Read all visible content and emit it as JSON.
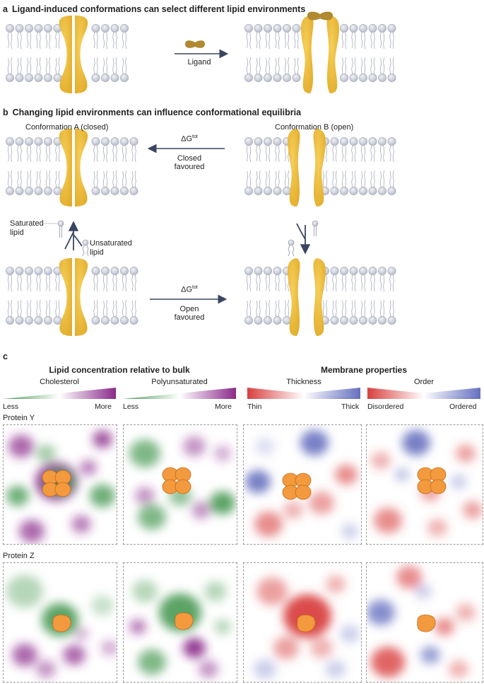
{
  "panel_a": {
    "letter": "a",
    "title": "Ligand-induced conformations can select different lipid environments",
    "arrow_label": "Ligand"
  },
  "panel_b": {
    "letter": "b",
    "title": "Changing lipid environments can influence conformational equilibria",
    "conf_a_label": "Conformation A (closed)",
    "conf_b_label": "Conformation B (open)",
    "delta_g": "ΔG",
    "delta_g_sup": "tot",
    "closed_favoured_1": "Closed",
    "closed_favoured_2": "favoured",
    "open_favoured_1": "Open",
    "open_favoured_2": "favoured",
    "saturated_1": "Saturated",
    "saturated_2": "lipid",
    "unsaturated_1": "Unsaturated",
    "unsaturated_2": "lipid"
  },
  "panel_c": {
    "letter": "c",
    "heading_left": "Lipid concentration relative to bulk",
    "heading_right": "Membrane properties",
    "scales": [
      {
        "title": "Cholesterol",
        "low": "Less",
        "high": "More",
        "low_color": "#4a9a55",
        "high_color": "#8a2a8a"
      },
      {
        "title": "Polyunsaturated",
        "low": "Less",
        "high": "More",
        "low_color": "#4a9a55",
        "high_color": "#8a2a8a"
      },
      {
        "title": "Thickness",
        "low": "Thin",
        "high": "Thick",
        "low_color": "#d94040",
        "high_color": "#5560b8"
      },
      {
        "title": "Order",
        "low": "Disordered",
        "high": "Ordered",
        "low_color": "#d94040",
        "high_color": "#5560b8"
      }
    ],
    "row1_label": "Protein Y",
    "row2_label": "Protein Z"
  },
  "colors": {
    "protein": "#e9b93a",
    "protein_stroke": "#c99a1e",
    "ligand": "#b08930",
    "head": "#c8cbd6",
    "arrow": "#3a4560",
    "orange": "#f39a3e"
  }
}
